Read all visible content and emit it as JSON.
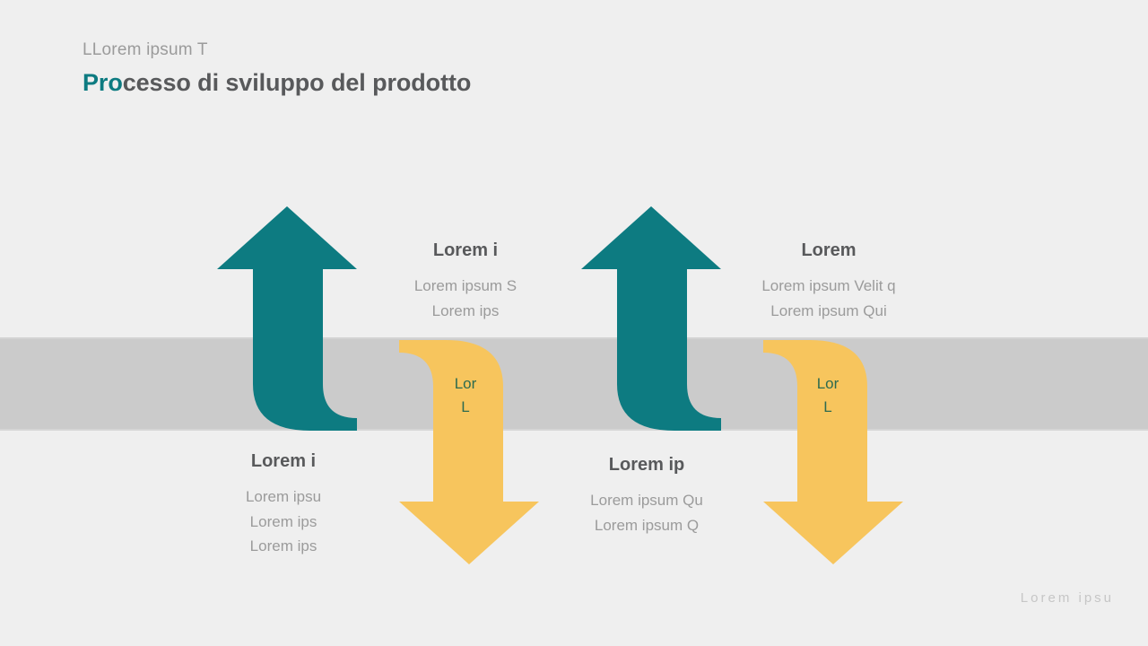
{
  "header": {
    "eyebrow": "LLorem ipsum T",
    "title_accent": "Pro",
    "title_rest": "cesso di sviluppo del prodotto"
  },
  "colors": {
    "background": "#efefef",
    "band": "#cbcbcb",
    "arrow_up": "#0d7b81",
    "arrow_down": "#f7c55d",
    "heading": "#58595b",
    "body_text": "#9b9b9b",
    "accent": "#0d7b81",
    "arrow_label_text": "#2e6b4f",
    "footer_text": "#c6c6c6"
  },
  "steps": [
    {
      "id": "step-1",
      "direction": "up",
      "arrow_color": "#0d7b81",
      "heading": "Lorem i",
      "body": [
        "Lorem ipsu",
        "Lorem ips",
        "Lorem ips"
      ],
      "inline_label": []
    },
    {
      "id": "step-2",
      "direction": "down",
      "arrow_color": "#f7c55d",
      "heading": "Lorem i",
      "body": [
        "Lorem ipsum S",
        "Lorem ips"
      ],
      "inline_label": [
        "Lor",
        "L"
      ]
    },
    {
      "id": "step-3",
      "direction": "up",
      "arrow_color": "#0d7b81",
      "heading": "Lorem ip",
      "body": [
        "Lorem ipsum Qu",
        "Lorem ipsum Q"
      ],
      "inline_label": []
    },
    {
      "id": "step-4",
      "direction": "down",
      "arrow_color": "#f7c55d",
      "heading": "Lorem",
      "body": [
        "Lorem ipsum Velit q",
        "Lorem ipsum Qui"
      ],
      "inline_label": [
        "Lor",
        "L"
      ]
    }
  ],
  "footer": {
    "text": "Lorem ipsu"
  }
}
